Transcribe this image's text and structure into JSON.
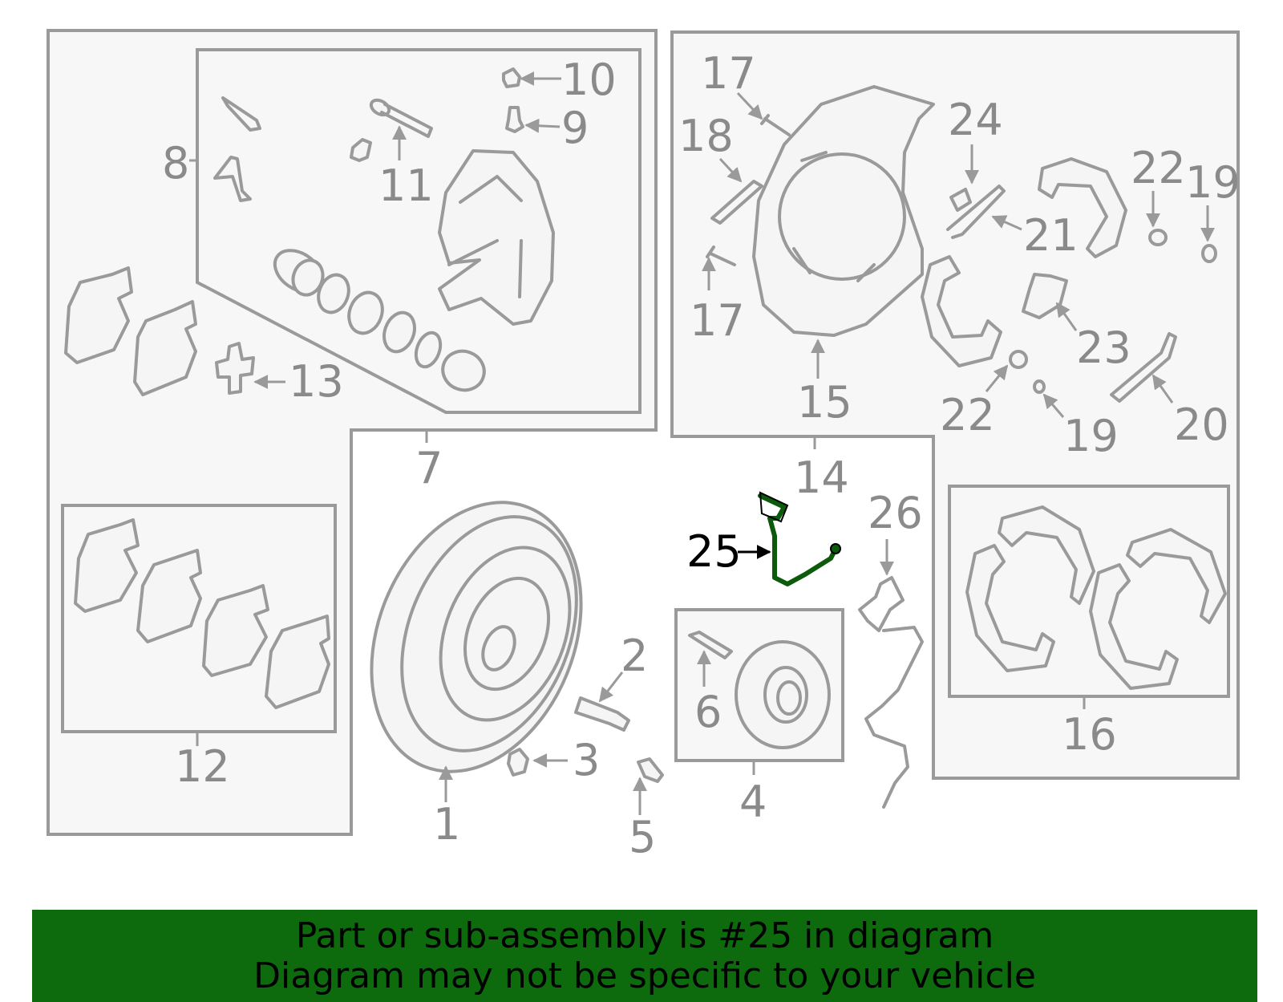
{
  "callouts": {
    "n1": "1",
    "n2": "2",
    "n3": "3",
    "n4": "4",
    "n5": "5",
    "n6": "6",
    "n7": "7",
    "n8": "8",
    "n9": "9",
    "n10": "10",
    "n11": "11",
    "n12": "12",
    "n13": "13",
    "n14": "14",
    "n15": "15",
    "n16": "16",
    "n17a": "17",
    "n17b": "17",
    "n18": "18",
    "n19a": "19",
    "n19b": "19",
    "n20": "20",
    "n21": "21",
    "n22a": "22",
    "n22b": "22",
    "n23": "23",
    "n24": "24",
    "n25": "25",
    "n26": "26"
  },
  "highlighted_part": "25",
  "banner": {
    "line1": "Part or sub-assembly is #25 in diagram",
    "line2": "Diagram may not be specific to your vehicle"
  },
  "colors": {
    "banner_bg": "#0d6b0d",
    "highlight": "#0c5a0c",
    "line_gray": "#9a9a9a"
  }
}
